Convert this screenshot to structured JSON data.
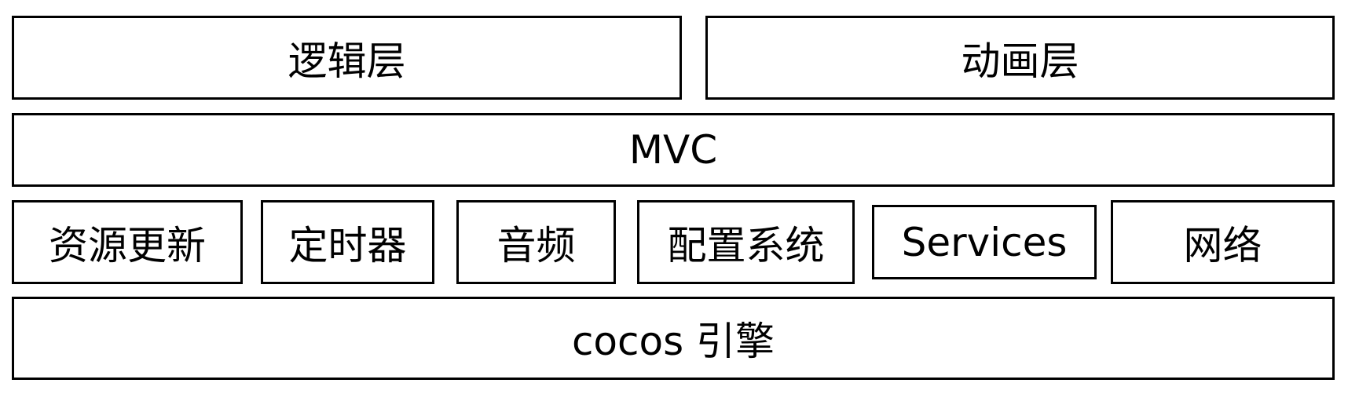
{
  "layers": {
    "logic": "逻辑层",
    "animation": "动画层",
    "mvc": "MVC",
    "modules": [
      "资源更新",
      "定时器",
      "音频",
      "配置系统",
      "Services",
      "网络"
    ],
    "engine": "cocos 引擎"
  }
}
